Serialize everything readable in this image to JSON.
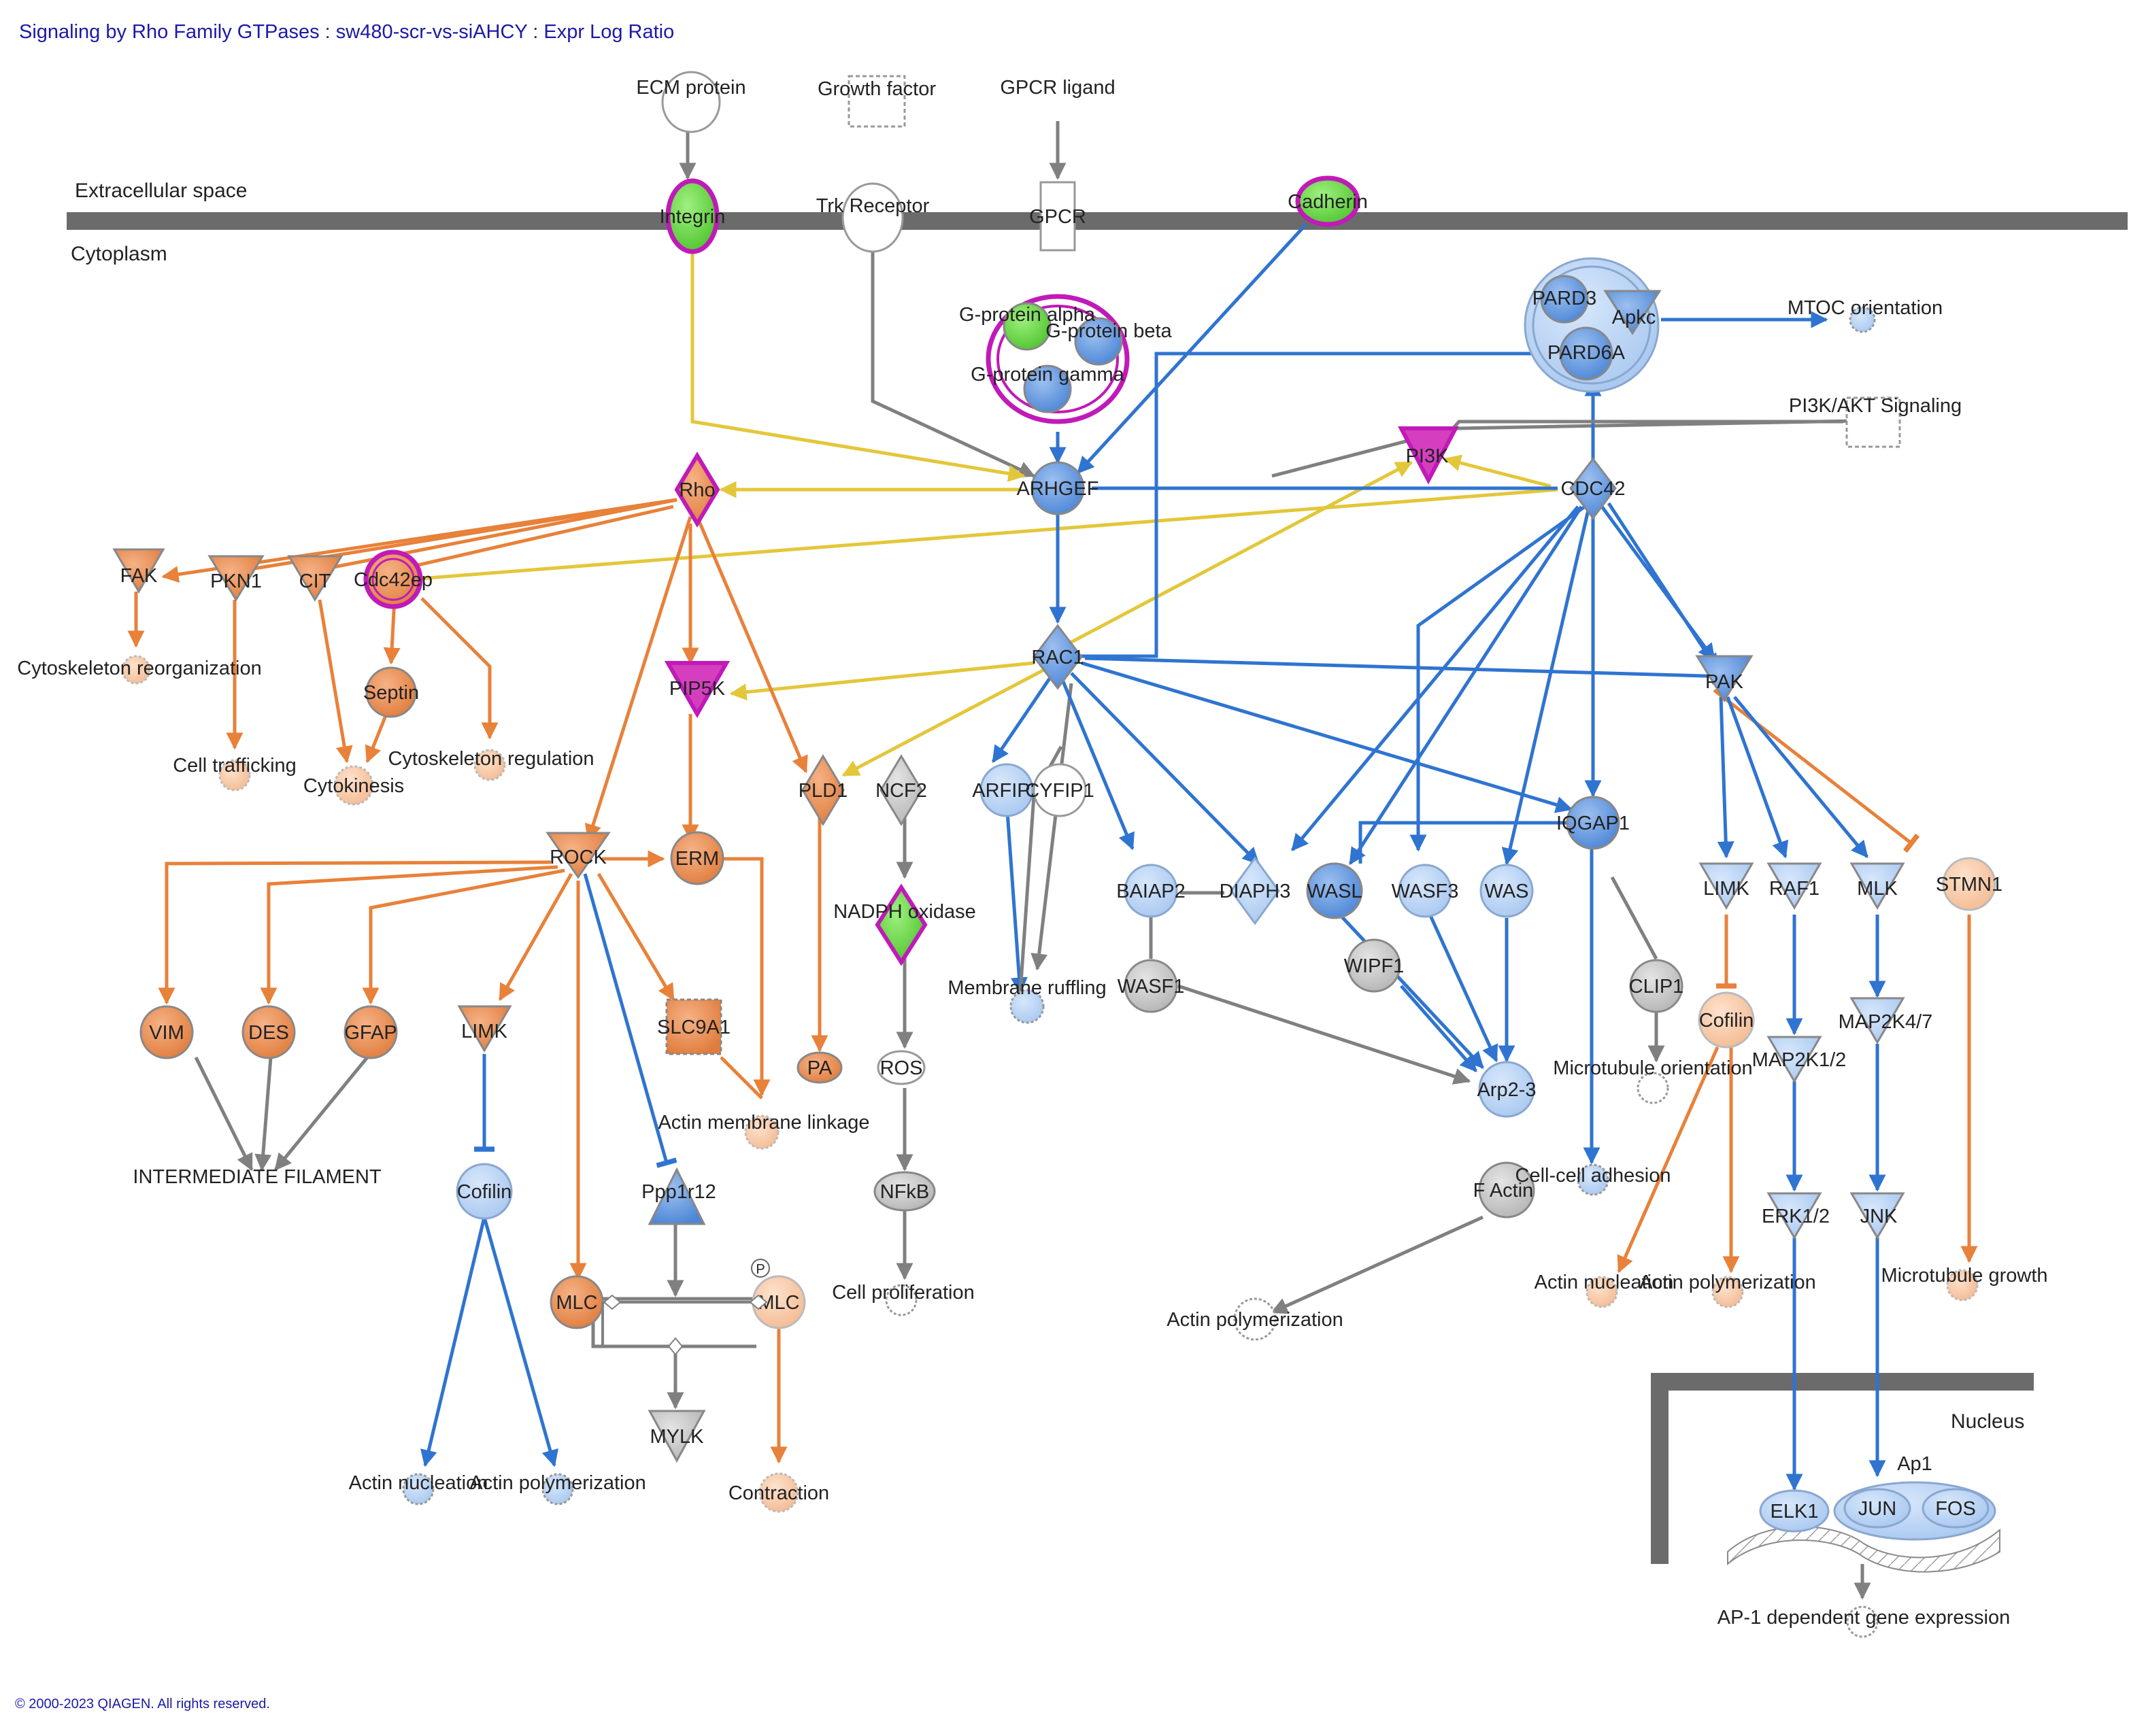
{
  "header": {
    "title": "Signaling by Rho Family GTPases : sw480-scr-vs-siAHCY : Expr Log Ratio"
  },
  "footer": {
    "copyright": "© 2000-2023 QIAGEN. All rights reserved."
  },
  "compartments": {
    "extracellular": "Extracellular space",
    "cytoplasm": "Cytoplasm",
    "nucleus": "Nucleus"
  },
  "colors": {
    "up_orange": "#e8813a",
    "down_blue": "#2f74d0",
    "light_blue": "#b7d3f5",
    "light_orange": "#f6c7a3",
    "gray": "#c8c8c8",
    "green": "#6ad84b",
    "magenta": "#c01ab8",
    "yellow_edge": "#e3c73a",
    "gray_edge": "#808080",
    "membrane": "#6b6b6b"
  },
  "nodes": {
    "ecm_protein": "ECM protein",
    "growth_factor": "Growth factor",
    "gpcr_ligand": "GPCR ligand",
    "integrin": "Integrin",
    "trk_receptor": "Trk Receptor",
    "gpcr": "GPCR",
    "cadherin": "Cadherin",
    "g_alpha": "G-protein alpha",
    "g_beta": "G-protein beta",
    "g_gamma": "G-protein gamma",
    "pard3": "PARD3",
    "apkc": "Apkc",
    "pard6a": "PARD6A",
    "mtoc": "MTOC orientation",
    "pi3k_akt": "PI3K/AKT Signaling",
    "pi3k": "PI3K",
    "rho": "Rho",
    "arhgef": "ARHGEF",
    "cdc42": "CDC42",
    "fak": "FAK",
    "pkn1": "PKN1",
    "cit": "CIT",
    "cdc42ep": "Cdc42ep",
    "cyto_reorg": "Cytoskeleton reorganization",
    "septin": "Septin",
    "cell_trafficking": "Cell trafficking",
    "cytokinesis": "Cytokinesis",
    "cyto_reg": "Cytoskeleton regulation",
    "rac1": "RAC1",
    "pip5k": "PIP5K",
    "pld1": "PLD1",
    "ncf2": "NCF2",
    "arfip2": "ARFIP2",
    "cyfip1": "CYFIP1",
    "baiap2": "BAIAP2",
    "diaph3": "DIAPH3",
    "wasl": "WASL",
    "wasf3": "WASF3",
    "was": "WAS",
    "iqgap1": "IQGAP1",
    "pak": "PAK",
    "rock": "ROCK",
    "erm": "ERM",
    "nadph": "NADPH oxidase",
    "membrane_ruffling": "Membrane ruffling",
    "wasf1": "WASF1",
    "wipf1": "WIPF1",
    "clip1": "CLIP1",
    "limk_r": "LIMK",
    "raf1": "RAF1",
    "mlk": "MLK",
    "stmn1": "STMN1",
    "vim": "VIM",
    "des": "DES",
    "gfap": "GFAP",
    "limk_l": "LIMK",
    "slc9a1": "SLC9A1",
    "pa": "PA",
    "ros": "ROS",
    "arp23": "Arp2-3",
    "microtubule_orient": "Microtubule orientation",
    "cofilin_r": "Cofilin",
    "map2k12": "MAP2K1/2",
    "map2k47": "MAP2K4/7",
    "intermediate_filament": "INTERMEDIATE FILAMENT",
    "cofilin_l": "Cofilin",
    "ppp1r12": "Ppp1r12",
    "actin_membrane": "Actin membrane linkage",
    "nfkb": "NFkB",
    "f_actin": "F Actin",
    "cell_cell": "Cell-cell adhesion",
    "erk12": "ERK1/2",
    "jnk": "JNK",
    "microtubule_growth": "Microtubule growth",
    "mlc_l": "MLC",
    "mlc_r": "MLC",
    "phospho": "P",
    "cell_proliferation": "Cell proliferation",
    "actin_poly_mid": "Actin polymerization",
    "actin_nucl_r": "Actin nucleation",
    "actin_poly_r": "Actin polymerization",
    "mylk": "MYLK",
    "actin_nucl_l": "Actin nucleation",
    "actin_poly_l": "Actin polymerization",
    "contraction": "Contraction",
    "ap1": "Ap1",
    "elk1": "ELK1",
    "jun": "JUN",
    "fos": "FOS",
    "ap1_expr": "AP-1 dependent gene expression"
  }
}
